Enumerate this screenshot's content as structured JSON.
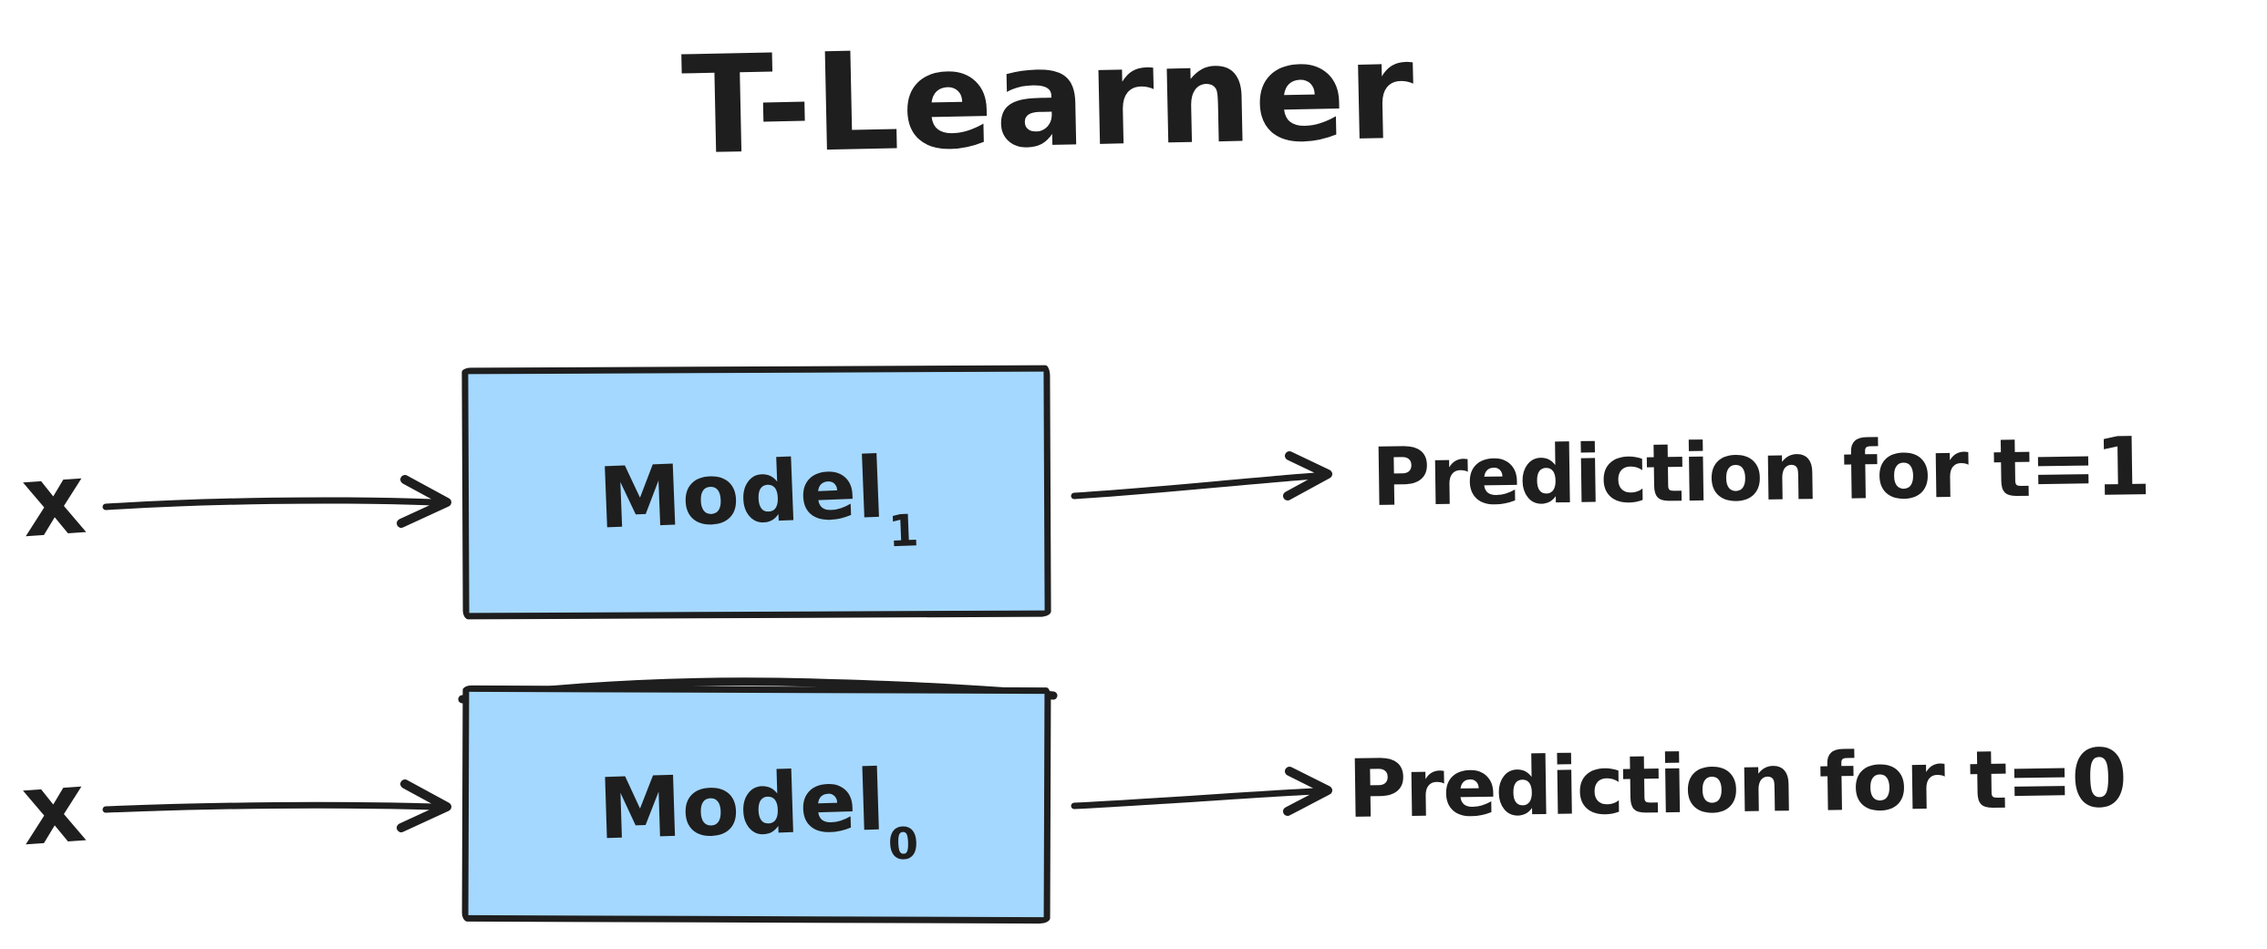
{
  "diagram": {
    "title": "T-Learner",
    "background_color": "#ffffff",
    "stroke_color": "#1e1e1e",
    "box_fill_color": "#a5d8ff",
    "style": "hand-drawn",
    "rows": [
      {
        "input_label": "x",
        "model_label_base": "Model",
        "model_label_subscript": "1",
        "output_label": "Prediction for t=1"
      },
      {
        "input_label": "x",
        "model_label_base": "Model",
        "model_label_subscript": "0",
        "output_label": "Prediction for t=0"
      }
    ],
    "icons": {
      "input_arrow": "arrow-right-icon",
      "output_arrow": "arrow-right-icon"
    }
  }
}
